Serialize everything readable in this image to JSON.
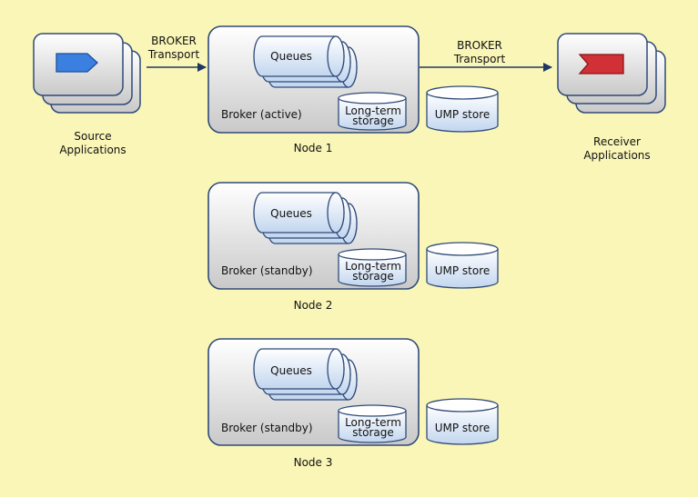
{
  "source": {
    "label_line1": "Source",
    "label_line2": "Applications"
  },
  "receiver": {
    "label_line1": "Receiver",
    "label_line2": "Applications"
  },
  "transport_in": {
    "line1": "BROKER",
    "line2": "Transport"
  },
  "transport_out": {
    "line1": "BROKER",
    "line2": "Transport"
  },
  "nodes": [
    {
      "name": "Node 1",
      "broker": "Broker (active)",
      "queues": "Queues",
      "storage_line1": "Long-term",
      "storage_line2": "storage",
      "ump": "UMP store"
    },
    {
      "name": "Node 2",
      "broker": "Broker (standby)",
      "queues": "Queues",
      "storage_line1": "Long-term",
      "storage_line2": "storage",
      "ump": "UMP store"
    },
    {
      "name": "Node 3",
      "broker": "Broker (standby)",
      "queues": "Queues",
      "storage_line1": "Long-term",
      "storage_line2": "storage",
      "ump": "UMP store"
    }
  ],
  "colors": {
    "background": "#FAF6B8",
    "box_stroke": "#2F4A78",
    "arrow": "#1F3763",
    "source_icon": "#2E6FD6",
    "receiver_icon": "#C0282E"
  }
}
